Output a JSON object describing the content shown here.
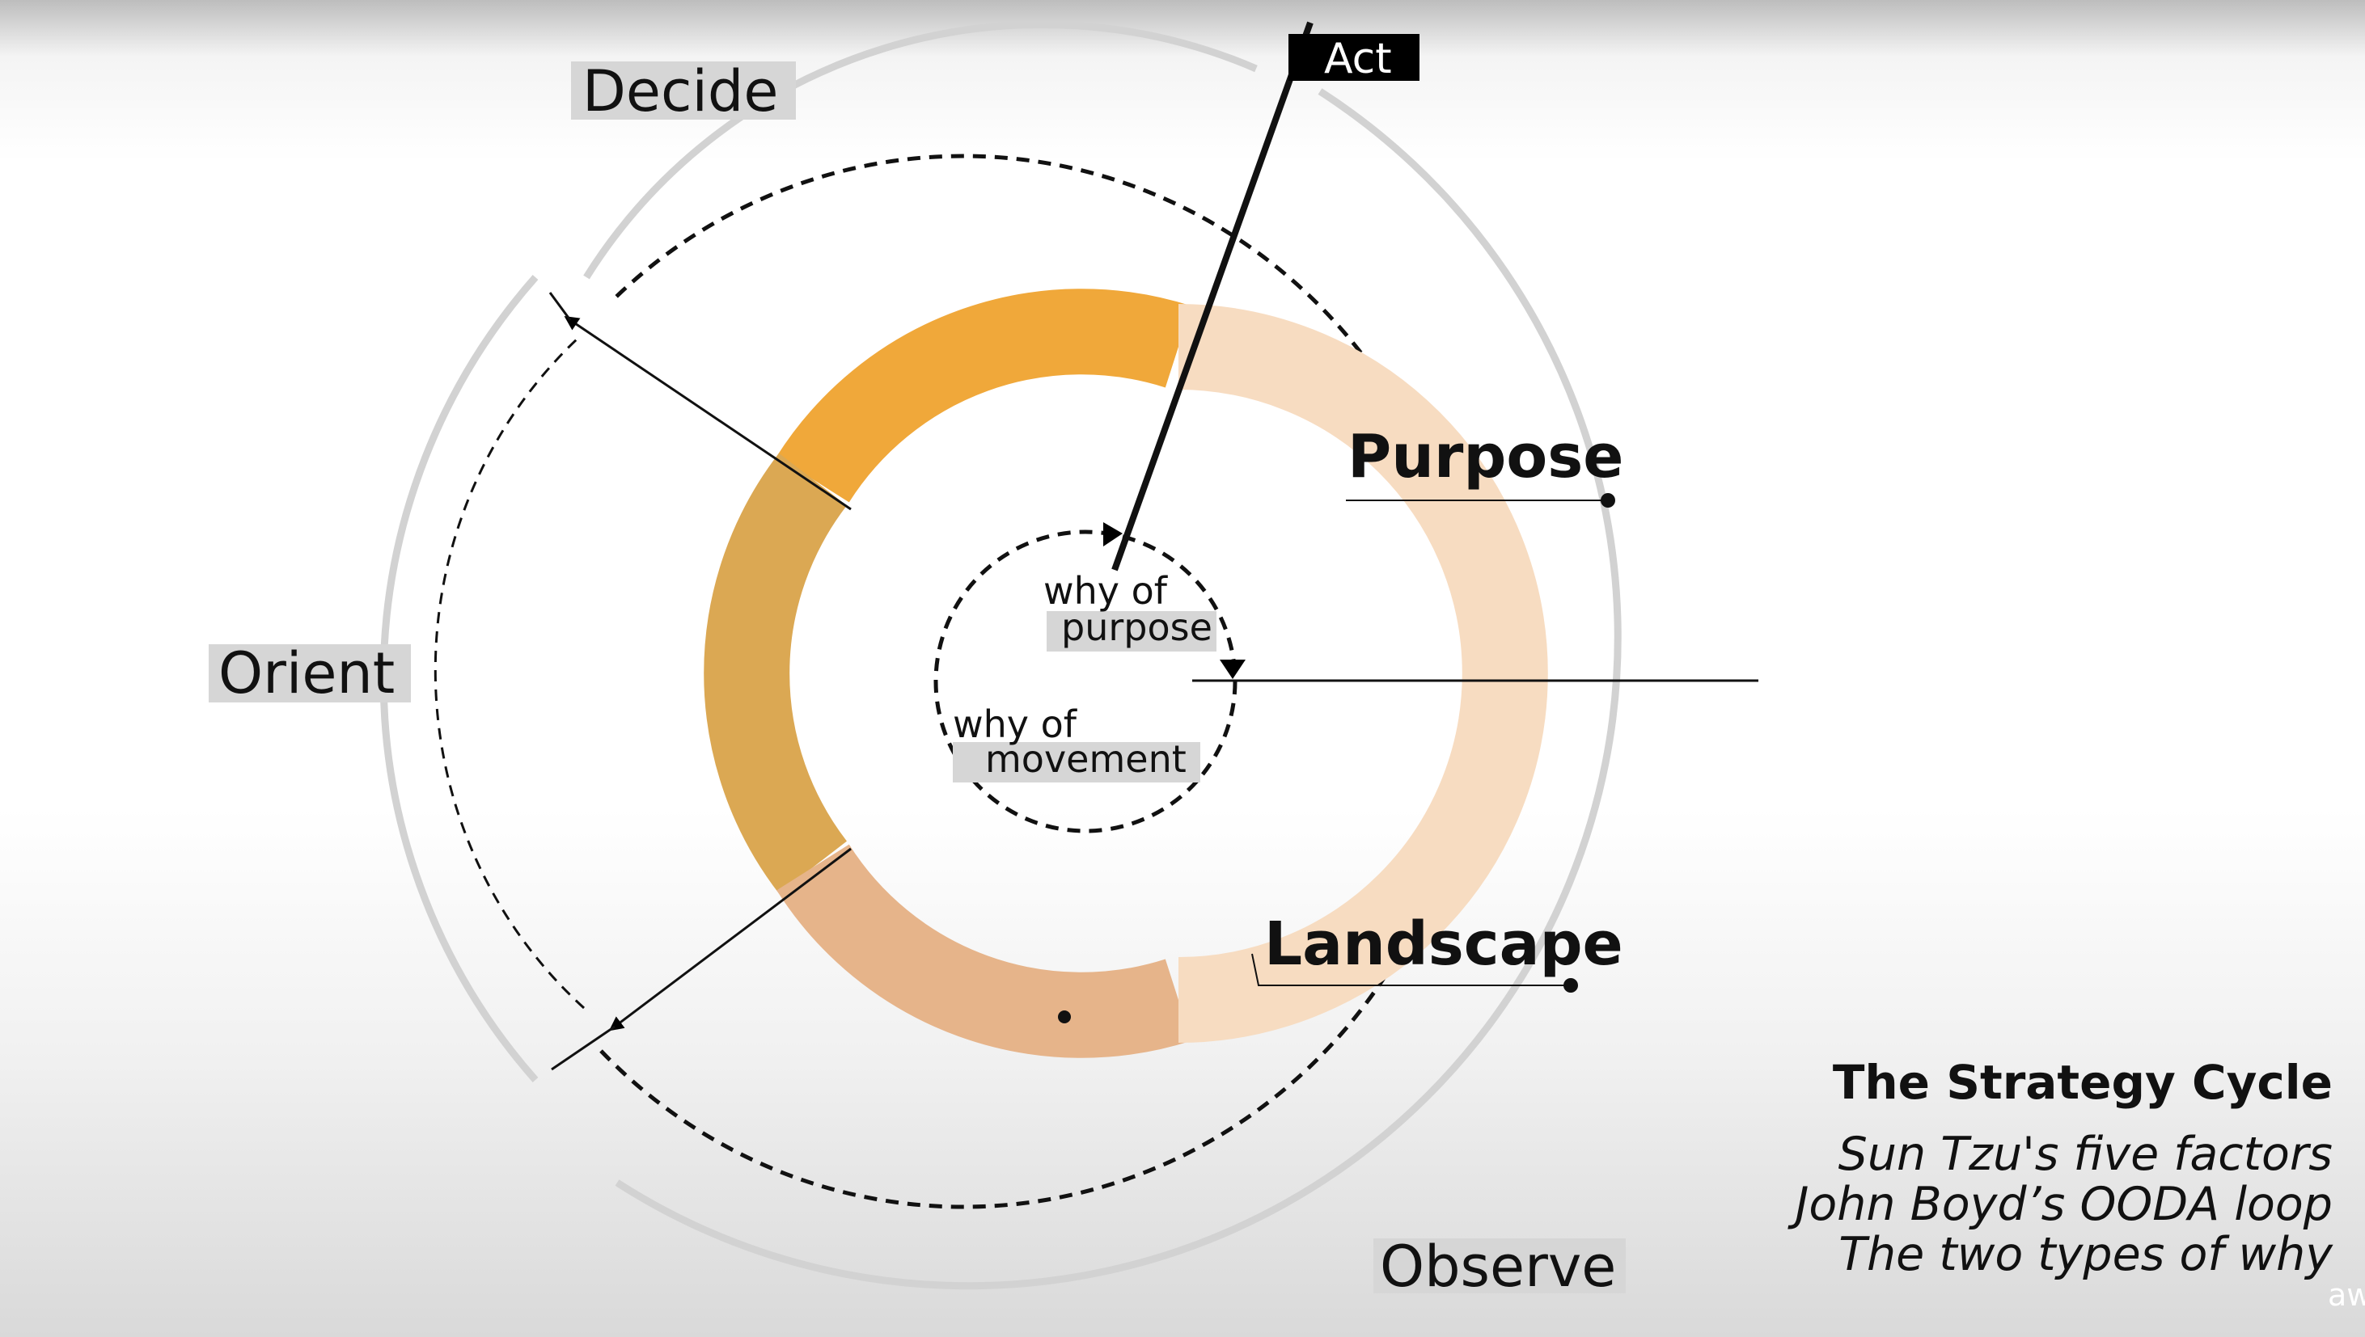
{
  "diagram": {
    "ooda_labels": {
      "decide": "Decide",
      "act": "Act",
      "orient": "Orient",
      "observe": "Observe"
    },
    "factors": {
      "purpose": "Purpose",
      "landscape": "Landscape"
    },
    "why_types": {
      "purpose_line1": "why of",
      "purpose_line2": "purpose",
      "movement_line1": "why of",
      "movement_line2": "movement"
    },
    "colors": {
      "ring_orange": "#f0a83a",
      "ring_gold": "#dba853",
      "ring_tan": "#e6b48a",
      "ring_peach": "#f7dcc1",
      "label_bg": "#d6d6d6",
      "act_bg": "#000000"
    }
  },
  "side_panel": {
    "title": "The Strategy Cycle",
    "items": [
      "Sun Tzu's five factors",
      "John Boyd’s OODA loop",
      "The two types of why"
    ]
  },
  "logo": {
    "text": "aw"
  }
}
